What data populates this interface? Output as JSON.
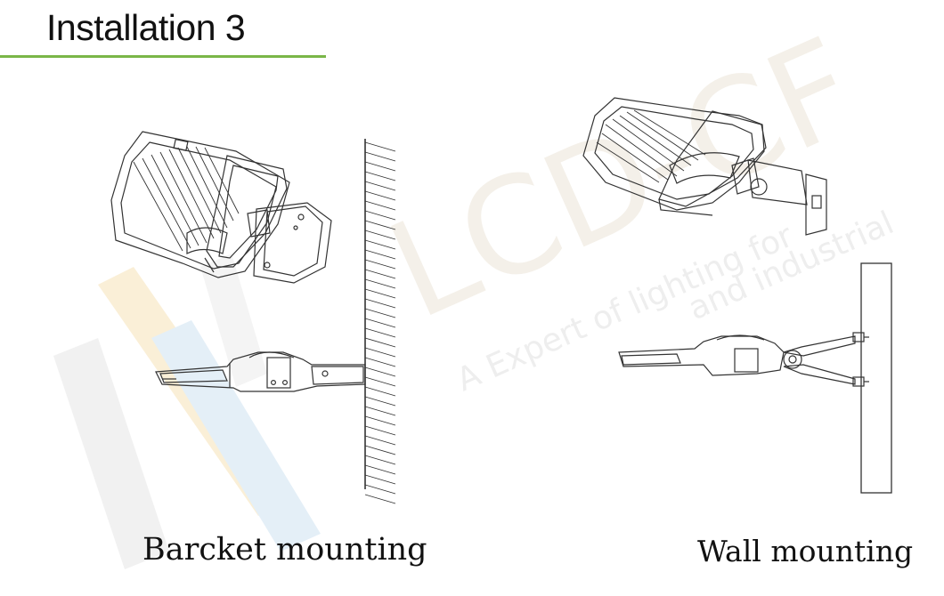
{
  "header": {
    "title": "Installation 3",
    "accent_color": "#7ab648"
  },
  "watermark": {
    "brand_text": "LCD-CF",
    "tagline_1": "A Expert of lighting for",
    "tagline_2": "and industrial",
    "colors": [
      "#f6e2b8",
      "#cfe3f2",
      "#e6e6e6"
    ]
  },
  "panels": [
    {
      "caption": "Barcket mounting",
      "illustration": "bracket-mounting-diagram"
    },
    {
      "caption": "Wall mounting",
      "illustration": "wall-mounting-diagram"
    }
  ]
}
